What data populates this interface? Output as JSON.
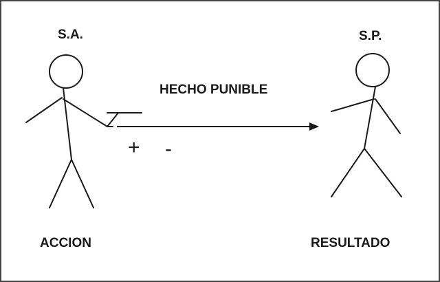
{
  "labels": {
    "sujeto_activo": "S.A.",
    "sujeto_pasivo": "S.P.",
    "hecho": "HECHO PUNIBLE",
    "accion": "ACCION",
    "resultado": "RESULTADO",
    "plus": "+",
    "minus": "-"
  },
  "colors": {
    "stroke": "#1a1a1a",
    "border": "#444444",
    "background": "#ffffff"
  }
}
